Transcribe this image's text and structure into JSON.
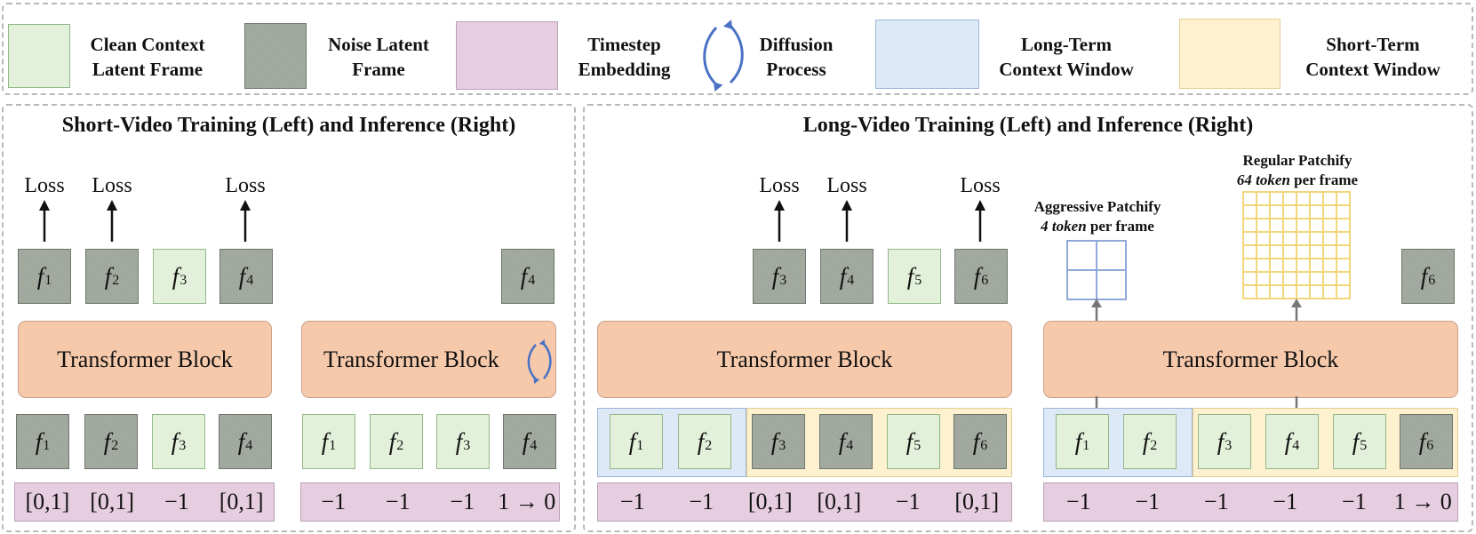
{
  "legend": {
    "clean": "Clean Context\nLatent Frame",
    "noise": "Noise Latent\nFrame",
    "timestep": "Timestep\nEmbedding",
    "diffusion": "Diffusion\nProcess",
    "long_term": "Long-Term\nContext Window",
    "short_term": "Short-Term\nContext Window"
  },
  "short_panel": {
    "title": "Short-Video Training (Left) and Inference (Right)",
    "train_losses": [
      "Loss",
      "Loss",
      "Loss"
    ],
    "train_top_frames": [
      {
        "letter": "f",
        "sub": "1",
        "kind": "noise"
      },
      {
        "letter": "f",
        "sub": "2",
        "kind": "noise"
      },
      {
        "letter": "f",
        "sub": "3",
        "kind": "clean"
      },
      {
        "letter": "f",
        "sub": "4",
        "kind": "noise"
      }
    ],
    "train_block": "Transformer Block",
    "train_bottom_frames": [
      {
        "letter": "f",
        "sub": "1",
        "kind": "noise"
      },
      {
        "letter": "f",
        "sub": "2",
        "kind": "noise"
      },
      {
        "letter": "f",
        "sub": "3",
        "kind": "clean"
      },
      {
        "letter": "f",
        "sub": "4",
        "kind": "noise"
      }
    ],
    "train_timesteps": [
      "[0,1]",
      "[0,1]",
      "−1",
      "[0,1]"
    ],
    "infer_top_frame": {
      "letter": "f",
      "sub": "4",
      "kind": "noise"
    },
    "infer_block": "Transformer Block",
    "infer_bottom_frames": [
      {
        "letter": "f",
        "sub": "1",
        "kind": "clean"
      },
      {
        "letter": "f",
        "sub": "2",
        "kind": "clean"
      },
      {
        "letter": "f",
        "sub": "3",
        "kind": "clean"
      },
      {
        "letter": "f",
        "sub": "4",
        "kind": "noise"
      }
    ],
    "infer_timesteps": [
      "−1",
      "−1",
      "−1",
      "1 → 0"
    ]
  },
  "long_panel": {
    "title": "Long-Video Training (Left) and Inference (Right)",
    "train_losses": [
      "Loss",
      "Loss",
      "Loss"
    ],
    "train_top_frames": [
      {
        "letter": "f",
        "sub": "3",
        "kind": "noise"
      },
      {
        "letter": "f",
        "sub": "4",
        "kind": "noise"
      },
      {
        "letter": "f",
        "sub": "5",
        "kind": "clean"
      },
      {
        "letter": "f",
        "sub": "6",
        "kind": "noise"
      }
    ],
    "train_block": "Transformer Block",
    "train_bottom_frames": [
      {
        "letter": "f",
        "sub": "1",
        "kind": "clean"
      },
      {
        "letter": "f",
        "sub": "2",
        "kind": "clean"
      },
      {
        "letter": "f",
        "sub": "3",
        "kind": "noise"
      },
      {
        "letter": "f",
        "sub": "4",
        "kind": "noise"
      },
      {
        "letter": "f",
        "sub": "5",
        "kind": "clean"
      },
      {
        "letter": "f",
        "sub": "6",
        "kind": "noise"
      }
    ],
    "train_timesteps": [
      "−1",
      "−1",
      "[0,1]",
      "[0,1]",
      "−1",
      "[0,1]"
    ],
    "aggressive": {
      "title": "Aggressive Patchify",
      "count": "4 token",
      "suffix": " per frame"
    },
    "regular": {
      "title": "Regular Patchify",
      "count": "64 token",
      "suffix": " per frame"
    },
    "infer_top_frame": {
      "letter": "f",
      "sub": "6",
      "kind": "noise"
    },
    "infer_block": "Transformer Block",
    "infer_bottom_frames": [
      {
        "letter": "f",
        "sub": "1",
        "kind": "clean"
      },
      {
        "letter": "f",
        "sub": "2",
        "kind": "clean"
      },
      {
        "letter": "f",
        "sub": "3",
        "kind": "clean"
      },
      {
        "letter": "f",
        "sub": "4",
        "kind": "clean"
      },
      {
        "letter": "f",
        "sub": "5",
        "kind": "clean"
      },
      {
        "letter": "f",
        "sub": "6",
        "kind": "noise"
      }
    ],
    "infer_timesteps": [
      "−1",
      "−1",
      "−1",
      "−1",
      "−1",
      "1 → 0"
    ]
  },
  "colors": {
    "clean": "#e3f1da",
    "noise": "#9ea69c",
    "timestep": "#e6cde0",
    "long_term": "#dde9f6",
    "short_term": "#fdf1cf",
    "transformer": "#f6c9ab",
    "diffusion_arrow": "#4a72c4",
    "aggressive_grid": "#8fa9d9",
    "regular_grid": "#f2d77a"
  }
}
